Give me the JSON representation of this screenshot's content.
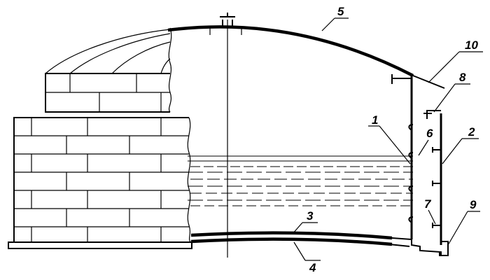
{
  "labels": [
    "1",
    "2",
    "3",
    "4",
    "5",
    "6",
    "7",
    "8",
    "9",
    "10"
  ]
}
